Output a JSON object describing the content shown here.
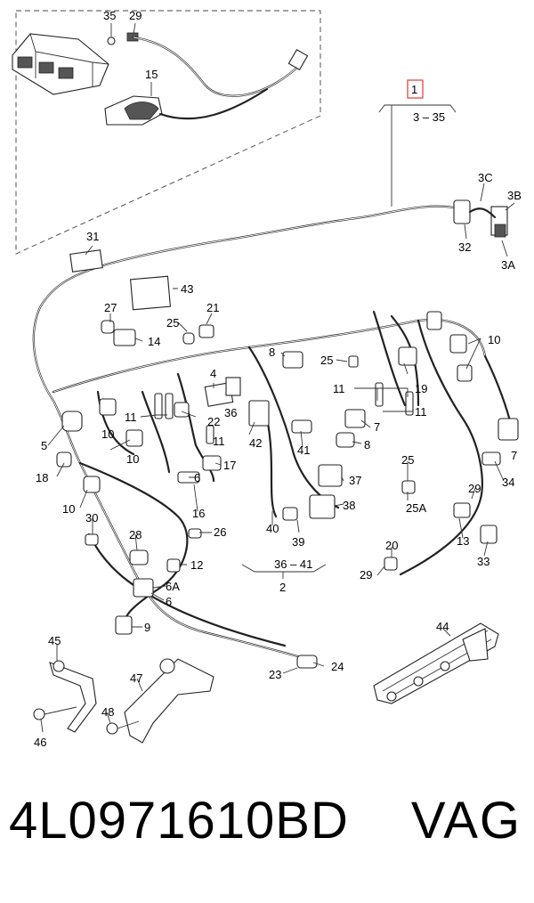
{
  "diagram": {
    "callouts": [
      {
        "id": "c35",
        "text": "35"
      },
      {
        "id": "c29a",
        "text": "29"
      },
      {
        "id": "c15",
        "text": "15"
      },
      {
        "id": "c1",
        "text": "1"
      },
      {
        "id": "c3_35",
        "text": "3 – 35"
      },
      {
        "id": "c3c",
        "text": "3C"
      },
      {
        "id": "c3b",
        "text": "3B"
      },
      {
        "id": "c32",
        "text": "32"
      },
      {
        "id": "c3a",
        "text": "3A"
      },
      {
        "id": "c31",
        "text": "31"
      },
      {
        "id": "c43",
        "text": "43"
      },
      {
        "id": "c27",
        "text": "27"
      },
      {
        "id": "c14",
        "text": "14"
      },
      {
        "id": "c25a",
        "text": "25"
      },
      {
        "id": "c21",
        "text": "21"
      },
      {
        "id": "c8a",
        "text": "8"
      },
      {
        "id": "c25b",
        "text": "25"
      },
      {
        "id": "c10a",
        "text": "10"
      },
      {
        "id": "c4",
        "text": "4"
      },
      {
        "id": "c11a",
        "text": "11"
      },
      {
        "id": "c19",
        "text": "19"
      },
      {
        "id": "c10b",
        "text": "10"
      },
      {
        "id": "c36",
        "text": "36"
      },
      {
        "id": "c22",
        "text": "22"
      },
      {
        "id": "c11b",
        "text": "11"
      },
      {
        "id": "c11c",
        "text": "11"
      },
      {
        "id": "c7a",
        "text": "7"
      },
      {
        "id": "c5",
        "text": "5"
      },
      {
        "id": "c11d",
        "text": "11"
      },
      {
        "id": "c42",
        "text": "42"
      },
      {
        "id": "c8b",
        "text": "8"
      },
      {
        "id": "c7b",
        "text": "7"
      },
      {
        "id": "c10c",
        "text": "10"
      },
      {
        "id": "c41",
        "text": "41"
      },
      {
        "id": "c18",
        "text": "18"
      },
      {
        "id": "c17",
        "text": "17"
      },
      {
        "id": "c6a",
        "text": "6"
      },
      {
        "id": "c37",
        "text": "37"
      },
      {
        "id": "c25c",
        "text": "25"
      },
      {
        "id": "c34",
        "text": "34"
      },
      {
        "id": "c10d",
        "text": "10"
      },
      {
        "id": "c16",
        "text": "16"
      },
      {
        "id": "c38",
        "text": "38"
      },
      {
        "id": "c25a2",
        "text": "25A"
      },
      {
        "id": "c29b",
        "text": "29"
      },
      {
        "id": "c30",
        "text": "30"
      },
      {
        "id": "c40",
        "text": "40"
      },
      {
        "id": "c39",
        "text": "39"
      },
      {
        "id": "c26",
        "text": "26"
      },
      {
        "id": "c28",
        "text": "28"
      },
      {
        "id": "c13",
        "text": "13"
      },
      {
        "id": "c33",
        "text": "33"
      },
      {
        "id": "c12",
        "text": "12"
      },
      {
        "id": "c36_41",
        "text": "36 – 41"
      },
      {
        "id": "c20",
        "text": "20"
      },
      {
        "id": "c2",
        "text": "2"
      },
      {
        "id": "c6a2",
        "text": "6A"
      },
      {
        "id": "c29c",
        "text": "29"
      },
      {
        "id": "c6b",
        "text": "6"
      },
      {
        "id": "c9",
        "text": "9"
      },
      {
        "id": "c44",
        "text": "44"
      },
      {
        "id": "c45",
        "text": "45"
      },
      {
        "id": "c24",
        "text": "24"
      },
      {
        "id": "c23",
        "text": "23"
      },
      {
        "id": "c47",
        "text": "47"
      },
      {
        "id": "c48",
        "text": "48"
      },
      {
        "id": "c46",
        "text": "46"
      }
    ],
    "highlight_color": "#e03a3a"
  },
  "caption": {
    "part_number": "4L0971610BD",
    "brand": "VAG"
  }
}
